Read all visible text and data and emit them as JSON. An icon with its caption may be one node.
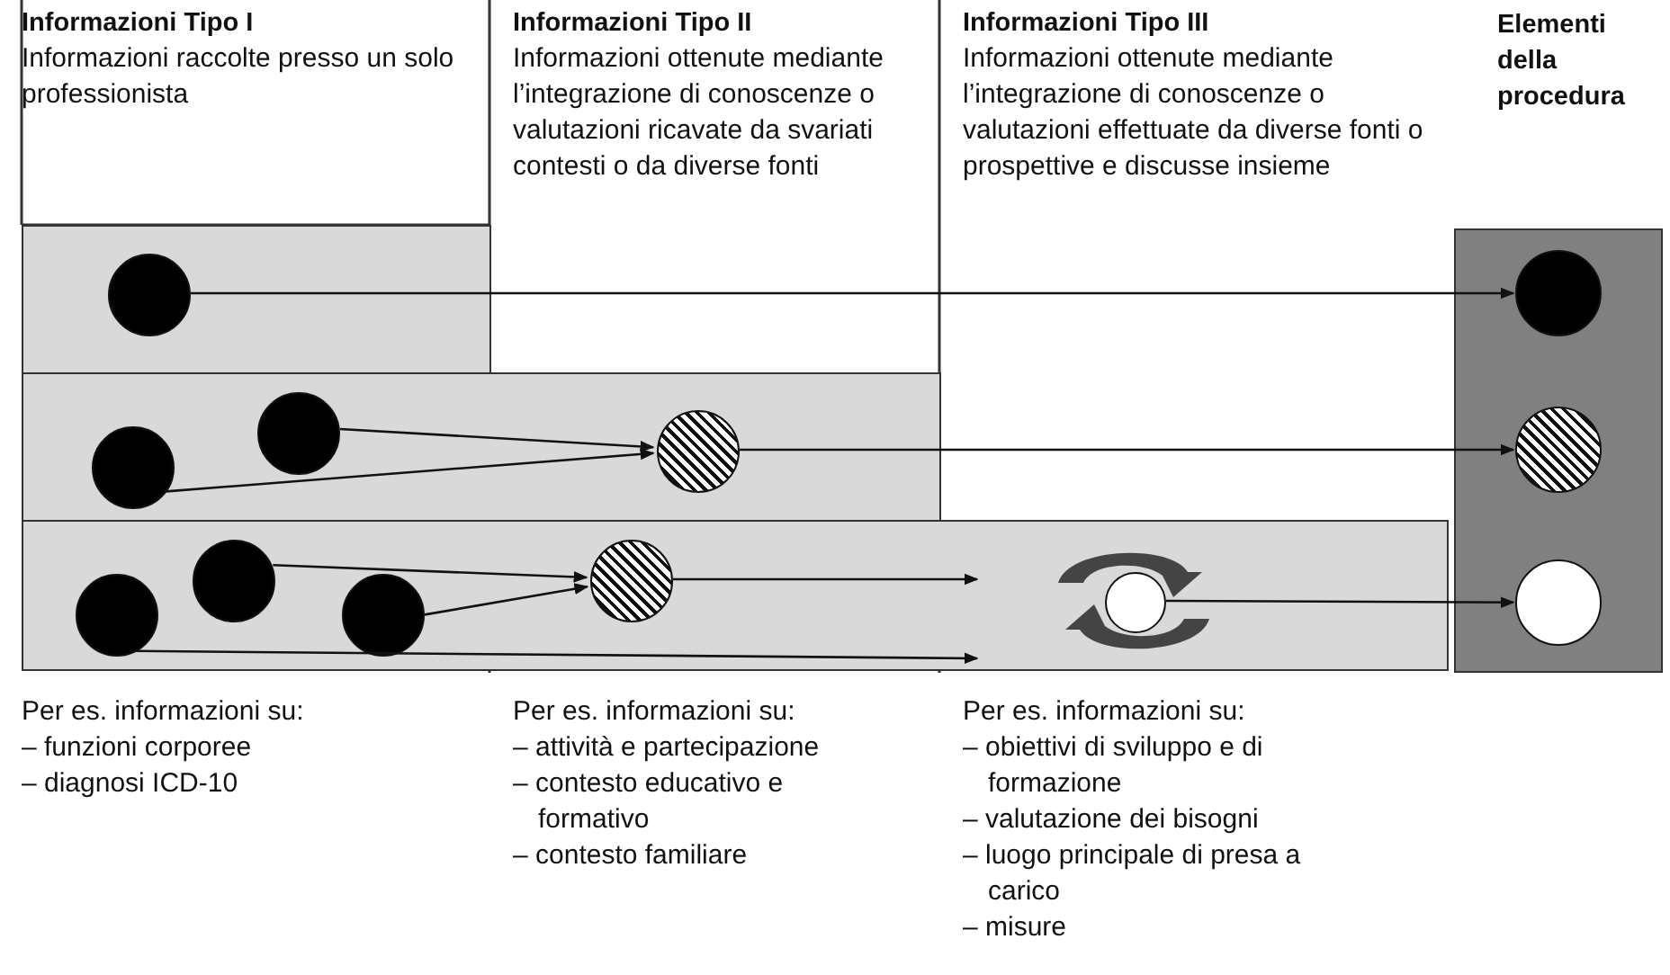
{
  "diagram": {
    "nodes": [
      {
        "text": [
          "Informazioni Tipo I",
          "Informazioni raccolte presso un solo professionista"
        ]
      },
      {
        "text": [
          "Informazioni Tipo II",
          "Informazioni ottenute mediante l’integrazione di conoscenze o valutazioni ricavate da svariati contesti o da diverse fonti"
        ]
      },
      {
        "text": [
          "Informazioni Tipo III",
          "Informazioni ottenute mediante l’integrazione di conoscenze o valutazioni effettuate da diverse fonti o prospettive e discusse insieme"
        ]
      },
      {
        "text": [
          "Elementi della procedura"
        ]
      },
      {
        "text": [],
        "shape": "box"
      },
      {
        "text": [],
        "shape": "circle",
        "in": 4
      },
      {
        "text": [],
        "shape": "box"
      },
      {
        "text": [],
        "shape": "circle",
        "in": 6
      },
      {
        "text": [],
        "shape": "circle",
        "in": 6
      },
      {
        "text": [],
        "shape": "circle",
        "in": 6
      },
      {
        "text": [],
        "shape": "box"
      },
      {
        "text": [],
        "shape": "circle",
        "in": 10
      },
      {
        "text": [],
        "shape": "circle",
        "in": 10
      },
      {
        "text": [],
        "shape": "circle",
        "in": 10
      },
      {
        "text": [],
        "shape": "circle",
        "in": 10
      },
      {
        "text": [],
        "shape": "circle",
        "in": 10
      },
      {
        "text": [],
        "shape": "circle",
        "in": 3
      },
      {
        "text": [],
        "shape": "circle",
        "in": 3
      },
      {
        "text": [],
        "shape": "circle",
        "in": 3
      }
    ],
    "edges": [
      {
        "from": 5,
        "to": 16,
        "arrow": "to"
      },
      {
        "from": 8,
        "to": 9,
        "arrow": "to"
      },
      {
        "from": 7,
        "to": 9,
        "arrow": "to"
      },
      {
        "from": 9,
        "to": 17,
        "arrow": "to"
      },
      {
        "from": 12,
        "to": 14,
        "arrow": "to"
      },
      {
        "from": 13,
        "to": 14,
        "arrow": "to"
      },
      {
        "from": 14,
        "to": null,
        "arrow": "to"
      },
      {
        "from": 11,
        "to": null,
        "arrow": "to"
      },
      {
        "from": 15,
        "to": 18,
        "arrow": "to"
      }
    ],
    "labels": [
      "Per es. informazioni su:",
      "– funzioni corporee",
      "– diagnosi ICD-10",
      "Per es. informazioni su:",
      "– attività e partecipazione",
      "– contesto educativo e formativo",
      "– contesto familiare",
      "Per es. informazioni su:",
      "– obiettivi di sviluppo e di formazione",
      "– valutazione dei bisogni",
      "– luogo principale di presa a carico",
      "– misure"
    ]
  }
}
